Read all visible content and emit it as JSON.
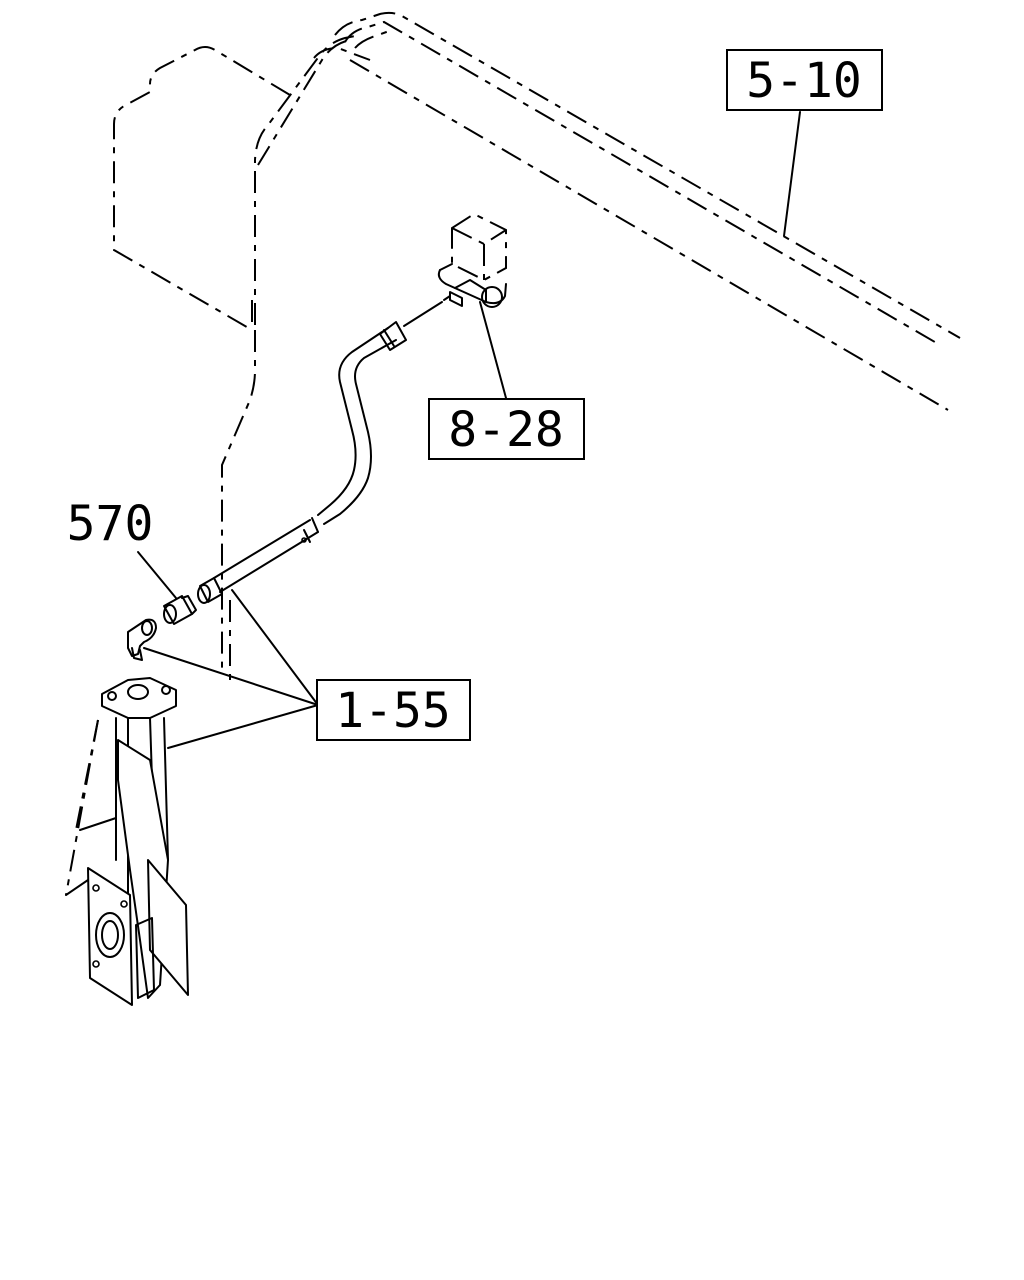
{
  "callouts": {
    "ref_5_10": "5-10",
    "ref_8_28": "8-28",
    "ref_570": "570",
    "ref_1_55": "1-55"
  },
  "colors": {
    "line": "#000000",
    "background": "#ffffff"
  }
}
